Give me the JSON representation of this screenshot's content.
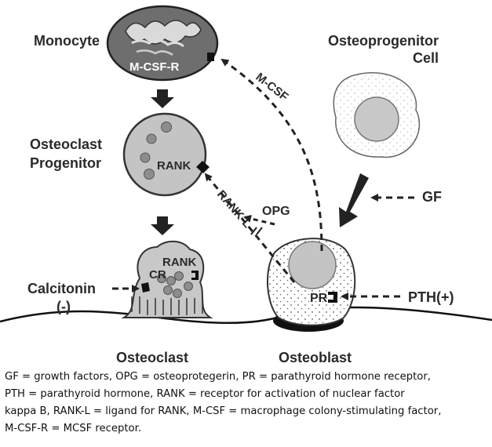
{
  "labels": {
    "monocyte": "Monocyte",
    "m_csf_r": "M-CSF-R",
    "m_csf": "M-CSF",
    "osteoprogenitor_l1": "Osteoprogenitor",
    "osteoprogenitor_l2": "Cell",
    "osteoclast_progenitor_l1": "Osteoclast",
    "osteoclast_progenitor_l2": "Progenitor",
    "rank_progenitor": "RANK",
    "gf": "GF",
    "opg": "OPG",
    "rank_l": "RANK-L",
    "rank_osteoclast": "RANK",
    "cr": "CR",
    "calcitonin_l1": "Calcitonin",
    "calcitonin_l2": "(-)",
    "pr": "PR",
    "pth": "PTH(+)",
    "osteoclast": "Osteoclast",
    "osteoblast": "Osteoblast"
  },
  "caption": "GF = growth factors, OPG = osteoprotegerin, PR = parathyroid hormone receptor,\nPTH = parathyroid hormone, RANK = receptor for activation of nuclear factor\nkappa B, RANK-L = ligand for RANK, M-CSF = macrophage colony-stimulating factor,\nM-CSF-R = MCSF receptor."
}
